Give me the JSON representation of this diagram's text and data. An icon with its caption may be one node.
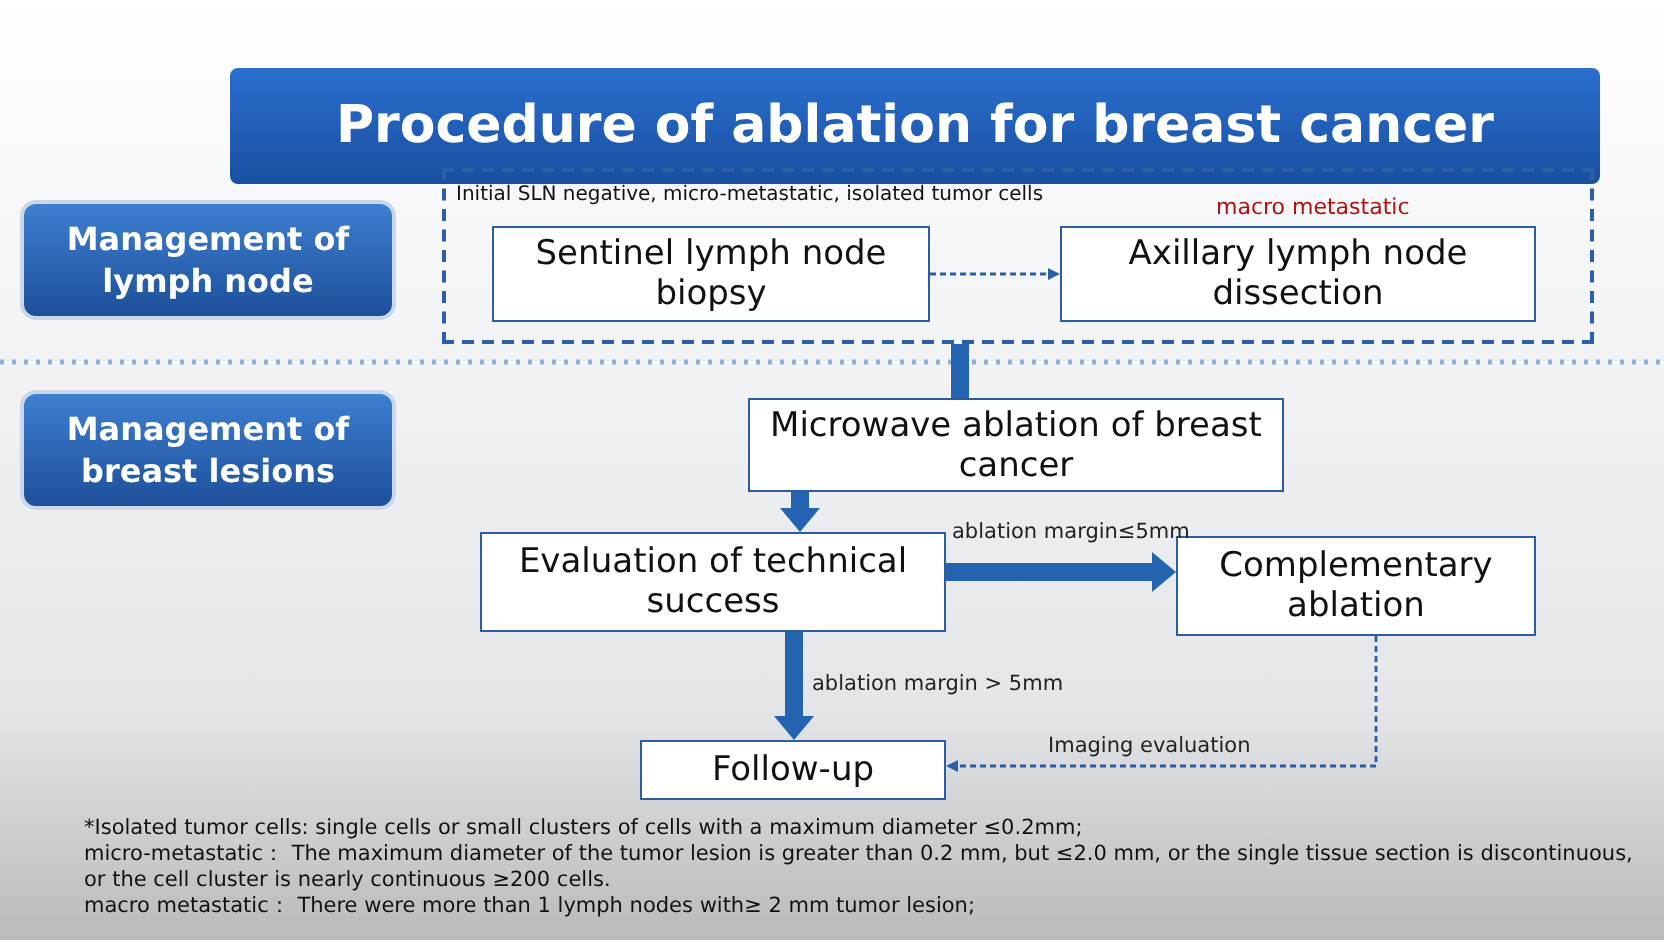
{
  "diagram": {
    "title": "Procedure of ablation for breast cancer",
    "nodes": [
      {
        "text": [
          "Management of lymph node"
        ]
      },
      {
        "text": [
          "Initial SLN negative, micro-metastatic, isolated tumor cells"
        ]
      },
      {
        "text": [
          "Sentinel lymph node biopsy"
        ],
        "in": 1
      },
      {
        "text": [
          "Axillary lymph node dissection"
        ],
        "in": 1,
        "beside": [
          "macro metastatic"
        ]
      },
      {
        "text": [
          "Management of breast lesions"
        ]
      },
      {
        "text": [
          "Microwave ablation of breast cancer"
        ]
      },
      {
        "text": [
          "Evaluation of technical success"
        ]
      },
      {
        "text": [
          "Complementary ablation"
        ]
      },
      {
        "text": [
          "Follow-up"
        ]
      }
    ],
    "edges": [
      {
        "from": 2,
        "to": 3,
        "arrow": "to",
        "style": "dashed"
      },
      {
        "from": 1,
        "to": 5,
        "arrow": "none"
      },
      {
        "from": 5,
        "to": 6,
        "arrow": "to"
      },
      {
        "from": 6,
        "to": 7,
        "arrow": "to",
        "label": "ablation margin≤5mm"
      },
      {
        "from": 6,
        "to": 8,
        "arrow": "to",
        "label": "ablation margin > 5mm"
      },
      {
        "from": 7,
        "to": 8,
        "arrow": "to",
        "style": "dashed",
        "label": "Imaging evaluation"
      }
    ],
    "labels": [
      "*Isolated tumor cells: single cells or small clusters of cells with a maximum diameter ≤0.2mm;",
      "micro-metastatic： The maximum diameter of the tumor lesion is greater than 0.2 mm, but ≤2.0 mm, or the single tissue section is discontinuous, or the cell cluster is nearly continuous ≥200 cells.",
      "macro metastatic： There were more than 1 lymph nodes with≥ 2 mm tumor lesion;"
    ]
  }
}
